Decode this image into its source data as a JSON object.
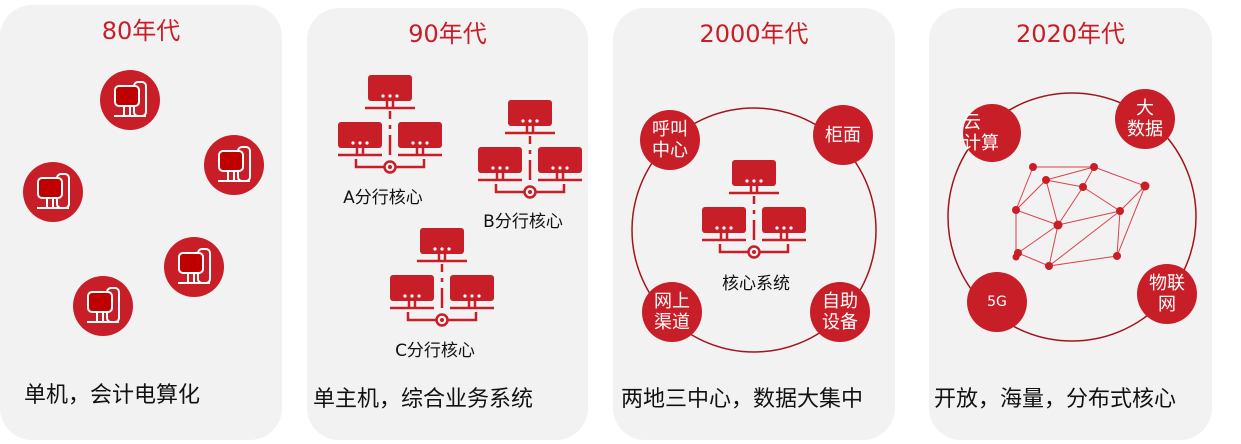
{
  "eras": [
    {
      "title": "80年代",
      "caption": "单机，会计电算化"
    },
    {
      "title": "90年代",
      "caption": "单主机，综合业务系统",
      "branches": [
        "A分行核心",
        "B分行核心",
        "C分行核心"
      ]
    },
    {
      "title": "2000年代",
      "caption": "两地三中心，数据大集中",
      "center": "核心系统",
      "nodes": [
        "呼叫\n中心",
        "柜面",
        "网上\n渠道",
        "自助\n设备"
      ]
    },
    {
      "title": "2020年代",
      "caption": "开放，海量，分布式核心",
      "nodes": [
        "云\n计算",
        "大\n数据",
        "5G",
        "物联\n网"
      ]
    }
  ],
  "colors": {
    "accent": "#c81e28",
    "panel": "#f2f2f2"
  }
}
